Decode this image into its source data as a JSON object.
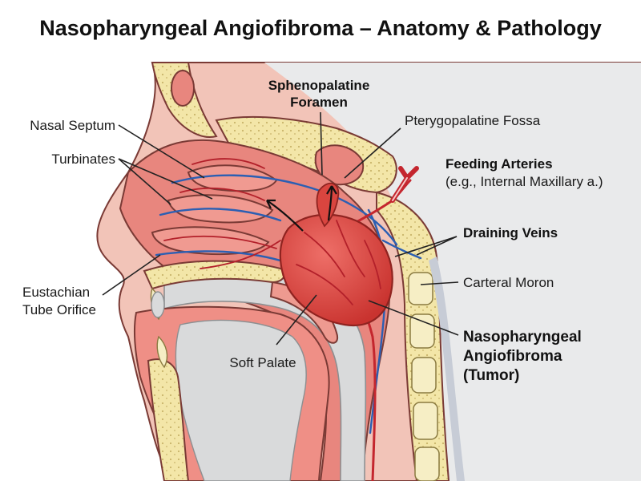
{
  "title": "Nasopharyngeal Angiofibroma – Anatomy & Pathology",
  "labels": {
    "nasal_septum": "Nasal Septum",
    "turbinates": "Turbinates",
    "sphenopalatine_1": "Sphenopalatine",
    "sphenopalatine_2": "Foramen",
    "pterygopalatine_fossa": "Pterygopalatine Fossa",
    "feeding_arteries": "Feeding Arteries",
    "feeding_arteries_note": "(e.g., Internal Maxillary a.)",
    "draining_veins": "Draining Veins",
    "carteral_moron": "Carteral Moron",
    "eustachian_1": "Eustachian",
    "eustachian_2": "Tube Orifice",
    "soft_palate": "Soft Palate",
    "tumor_1": "Nasopharyngeal",
    "tumor_2": "Angiofibroma",
    "tumor_3": "(Tumor)"
  },
  "colors": {
    "skin": "#f2c4b8",
    "mucosa": "#e8867e",
    "bone": "#f3e6a8",
    "tumor": "#d9453f",
    "artery": "#c4262e",
    "vein": "#2b5fb3",
    "airway": "#d9dadb"
  }
}
